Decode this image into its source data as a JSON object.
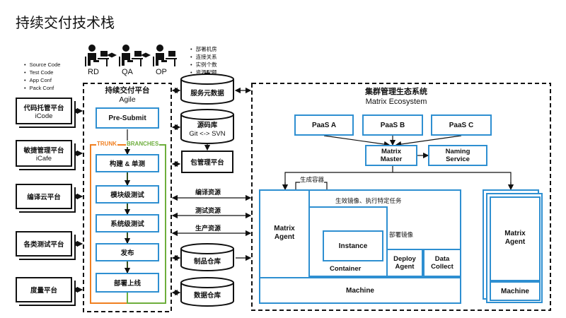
{
  "title": "持续交付技术栈",
  "left_notes": [
    "Source Code",
    "Test Code",
    "App Conf",
    "Pack Conf"
  ],
  "right_notes": [
    "部署机房",
    "连接关系",
    "实例个数",
    "资源配额"
  ],
  "roles": [
    "RD",
    "QA",
    "OP"
  ],
  "left_platforms": [
    {
      "line1": "代码托管平台",
      "line2": "iCode"
    },
    {
      "line1": "敏捷管理平台",
      "line2": "iCafe"
    },
    {
      "line1": "编译云平台",
      "line2": ""
    },
    {
      "line1": "各类测试平台",
      "line2": ""
    },
    {
      "line1": "度量平台",
      "line2": ""
    }
  ],
  "pipeline": {
    "title": "持续交付平台",
    "subtitle": "Agile",
    "presubmit": "Pre-Submit",
    "trunk": "TRUNK",
    "branches": "BRANCHES",
    "stages": [
      "构建 & 单测",
      "模块级测试",
      "系统级测试",
      "发布",
      "部署上线"
    ]
  },
  "middle": {
    "service_meta": "服务元数据",
    "repo_line1": "源码库",
    "repo_line2": "Git <-> SVN",
    "package": "包管理平台",
    "compile_res": "编译资源",
    "test_res": "测试资源",
    "prod_res": "生产资源",
    "artifact": "制品仓库",
    "data_repo": "数据仓库"
  },
  "ecosystem": {
    "title": "集群管理生态系统",
    "subtitle": "Matrix Ecosystem",
    "paas": [
      "PaaS A",
      "PaaS B",
      "PaaS C"
    ],
    "master_line1": "Matrix",
    "master_line2": "Master",
    "naming_line1": "Naming",
    "naming_line2": "Service",
    "gen_container": "生成容器",
    "effect_image": "生效镜像、执行特定任务",
    "deploy_image": "部署镜像",
    "agent_line1": "Matrix",
    "agent_line2": "Agent",
    "instance": "Instance",
    "container": "Container",
    "deploy_agent_line1": "Deploy",
    "deploy_agent_line2": "Agent",
    "data_collect_line1": "Data",
    "data_collect_line2": "Collect",
    "machine": "Machine",
    "agent2_line1": "Matrix",
    "agent2_line2": "Agent",
    "machine2": "Machine"
  }
}
